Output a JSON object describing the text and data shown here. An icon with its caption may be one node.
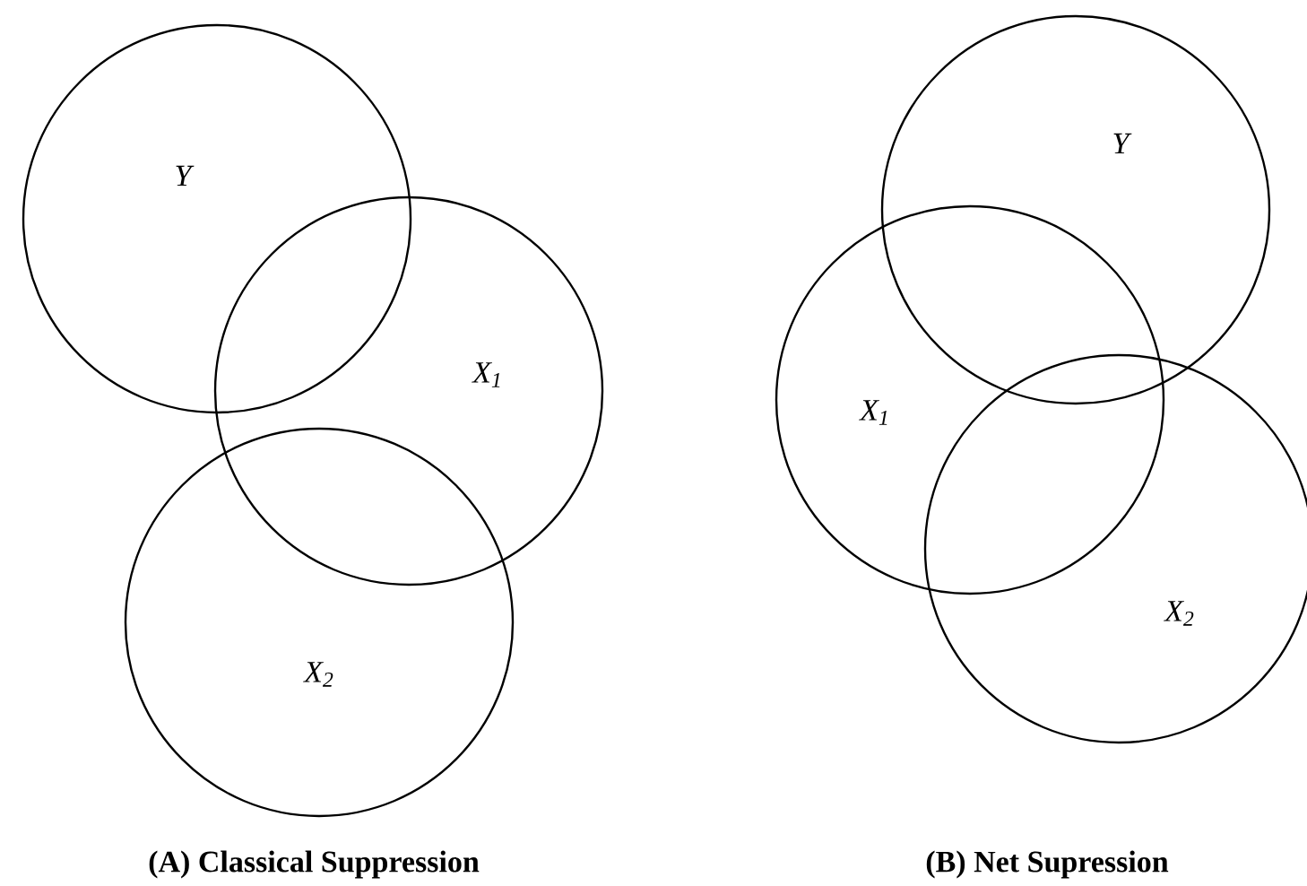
{
  "diagram": {
    "nodes": [
      {
        "text": [
          "Y"
        ]
      },
      {
        "text": [
          "X$_{1}$"
        ]
      },
      {
        "text": [
          "X$_{2}$"
        ]
      },
      {
        "text": [
          "Y"
        ]
      },
      {
        "text": [
          "X$_{1}$"
        ]
      },
      {
        "text": [
          "X$_{2}$"
        ]
      }
    ],
    "labels": [
      "(A) Classical Suppression",
      "(B) Net Supression"
    ]
  }
}
